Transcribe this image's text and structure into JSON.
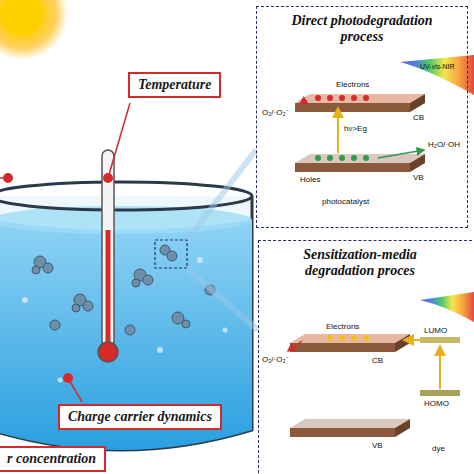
{
  "diagram": {
    "nodes": [
      {
        "text": [
          "Temperature"
        ]
      },
      {
        "text": [
          "Charge carrier dynamics"
        ]
      },
      {
        "text": [
          "r concentration"
        ]
      },
      {
        "text": [
          "Direct photodegradation process"
        ]
      },
      {
        "text": [
          "Sensitization-media degradation proces"
        ]
      }
    ],
    "labels": [
      "UV-vis-NIR",
      "Electrons",
      "CB",
      "hν>Eg",
      "O₂/·O₂⁻",
      "Holes",
      "VB",
      "H₂O/·OH",
      "photocatalyst",
      "Electrons",
      "CB",
      "LUMO",
      "HOMO",
      "dye",
      "O₂/·O₂⁻",
      "VB"
    ]
  }
}
